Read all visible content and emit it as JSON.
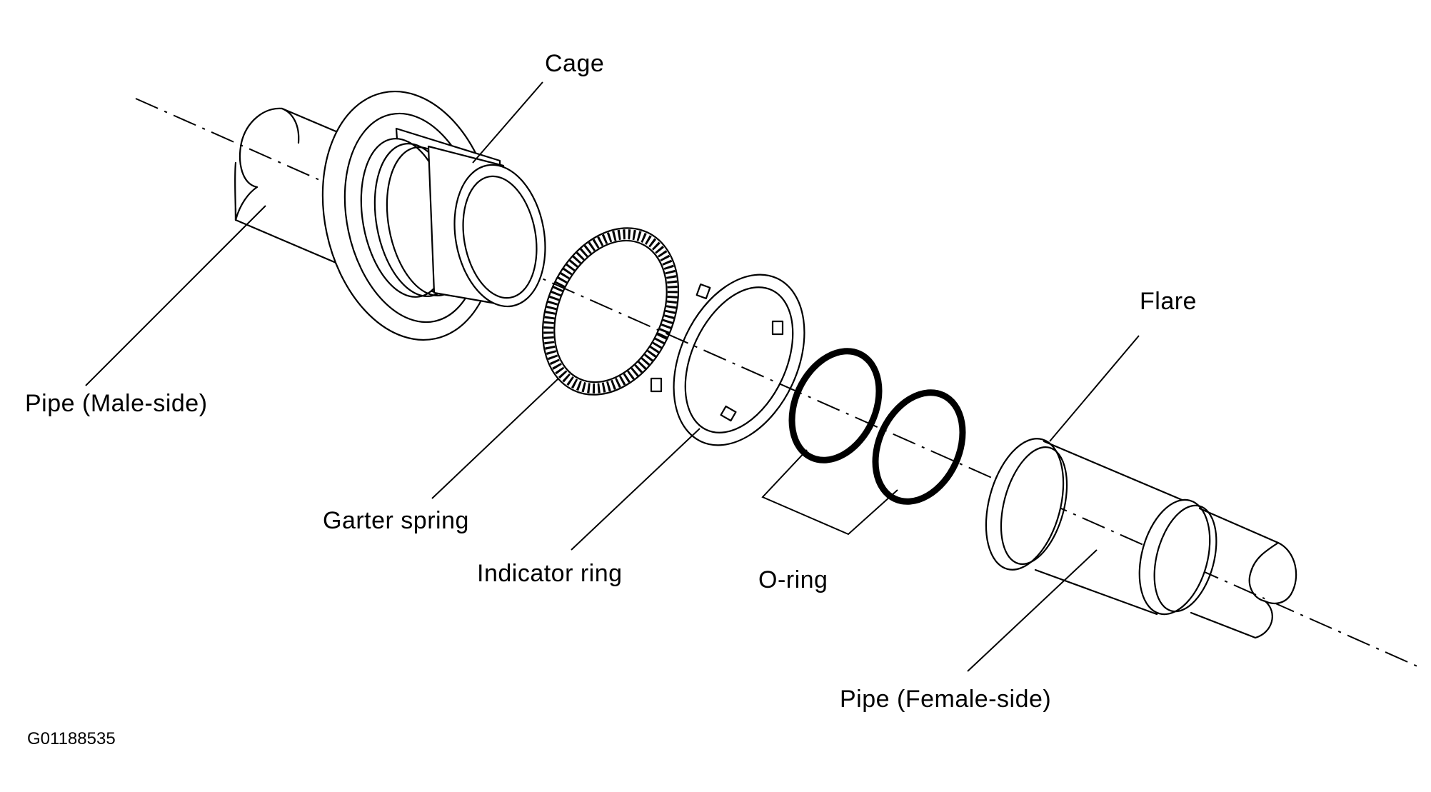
{
  "labels": {
    "cage": "Cage",
    "pipe_male": "Pipe (Male-side)",
    "garter_spring": "Garter spring",
    "indicator_ring": "Indicator ring",
    "o_ring": "O-ring",
    "flare": "Flare",
    "pipe_female": "Pipe (Female-side)"
  },
  "figure_code": "G01188535"
}
